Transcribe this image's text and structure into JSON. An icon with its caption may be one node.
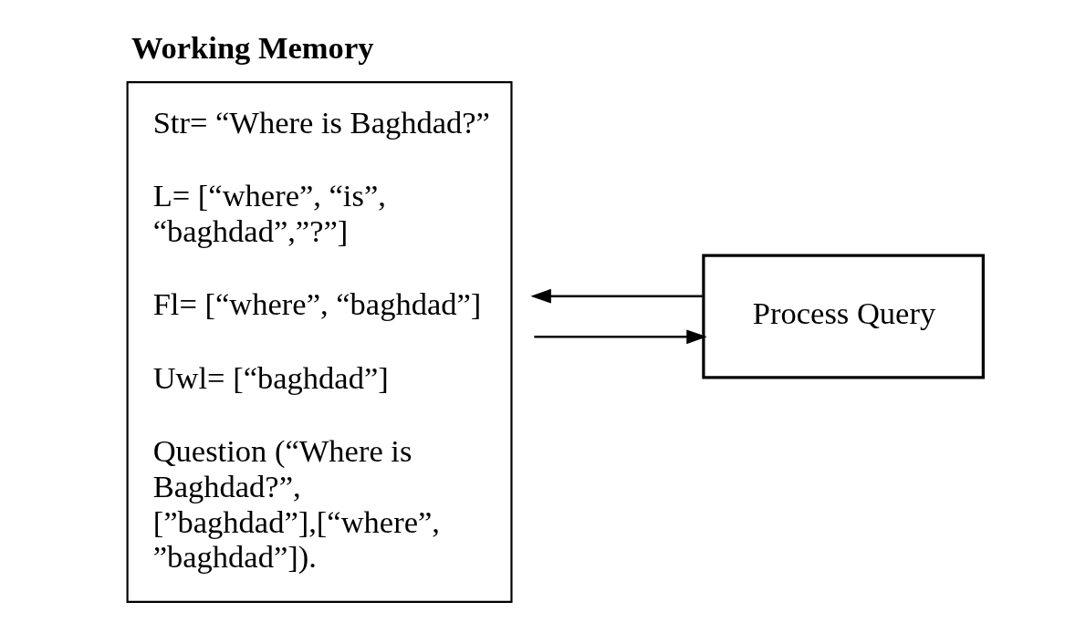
{
  "diagram": {
    "nodes": [
      {
        "text": [
          "Working Memory",
          "Str= “Where is Baghdad?”",
          "L= [“where”, “is”, “baghdad”,”?”]",
          "Fl= [“where”, “baghdad”]",
          "Uwl= [“baghdad”]",
          "Question (“Where is Baghdad?”, [”baghdad”],[“where”, ”baghdad”])."
        ]
      },
      {
        "text": [
          "Process Query"
        ]
      }
    ],
    "edges": [
      {
        "from": 0,
        "to": 1,
        "arrow": "to"
      },
      {
        "from": 1,
        "to": 0,
        "arrow": "to"
      }
    ]
  }
}
